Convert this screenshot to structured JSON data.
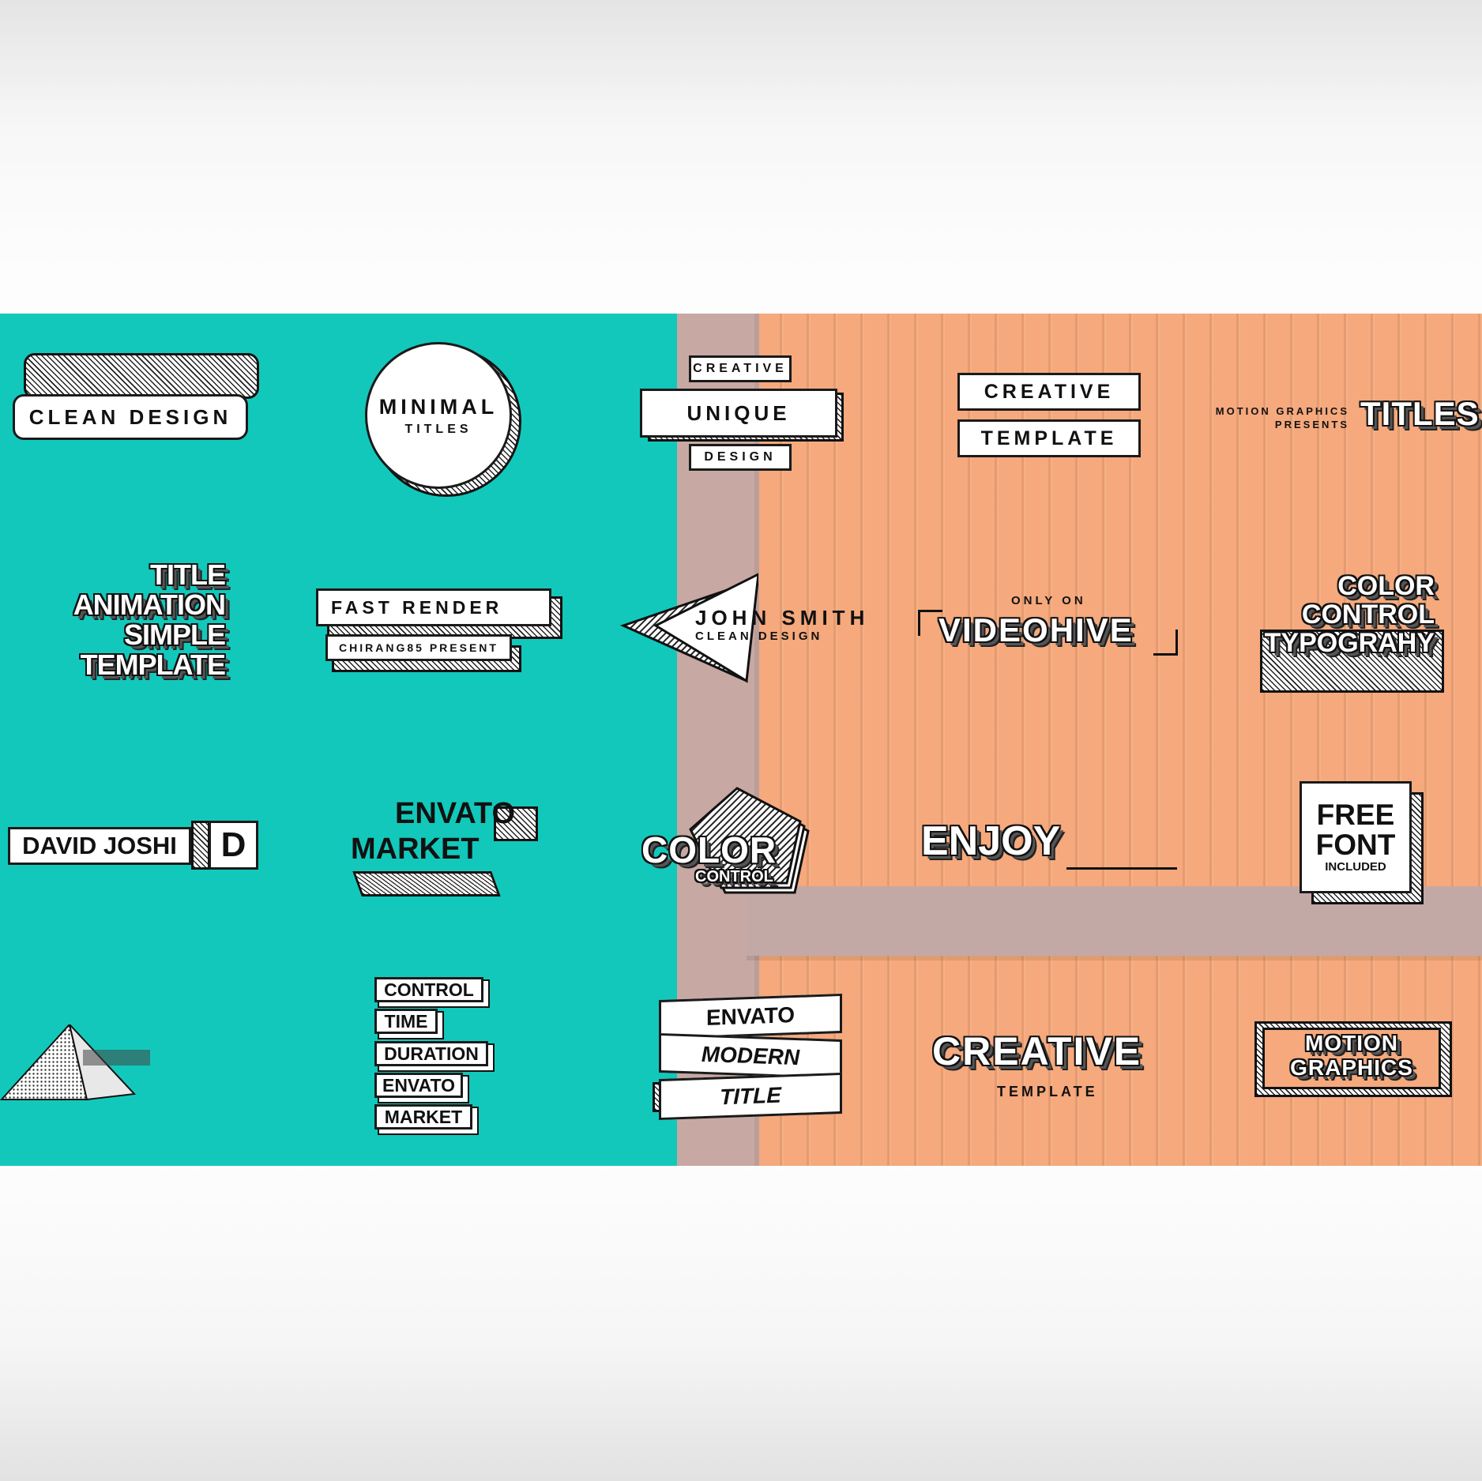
{
  "titles": {
    "clean_design": "CLEAN DESIGN",
    "minimal": "MINIMAL",
    "minimal_sub": "TITLES",
    "creative_small": "CREATIVE",
    "unique": "UNIQUE",
    "design": "DESIGN",
    "creative_box": "CREATIVE",
    "template_box": "TEMPLATE",
    "motion_graphics_presents_1": "MOTION GRAPHICS",
    "motion_graphics_presents_2": "PRESENTS",
    "titles_big": "TITLES",
    "stack_lines": [
      "TITLE",
      "ANIMATION",
      "SIMPLE",
      "TEMPLATE"
    ],
    "fast_render": "FAST RENDER",
    "chirang_present": "CHIRANG85 PRESENT",
    "john_smith": "JOHN SMITH",
    "john_smith_sub": "CLEAN DESIGN",
    "only_on": "ONLY ON",
    "videohive": "VIDEOHIVE",
    "color_control_lines": [
      "COLOR",
      "CONTROL",
      "TYPOGRAHY"
    ],
    "david_joshi": "DAVID JOSHI",
    "d_letter": "D",
    "envato": "ENVATO",
    "market": "MARKET",
    "color": "COLOR",
    "control": "CONTROL",
    "enjoy": "ENJOY",
    "free": "FREE",
    "font": "FONT",
    "included": "INCLUDED",
    "list_items": [
      "CONTROL",
      "TIME",
      "DURATION",
      "ENVATO",
      "MARKET"
    ],
    "banner_lines": [
      "ENVATO",
      "MODERN",
      "TITLE"
    ],
    "creative_big": "CREATIVE",
    "template_small": "TEMPLATE",
    "motion": "MOTION",
    "graphics": "GRAPHICS"
  },
  "colors": {
    "teal": "#12c8bb",
    "orange": "#f5a97d",
    "pillar": "#c7a8a3"
  }
}
